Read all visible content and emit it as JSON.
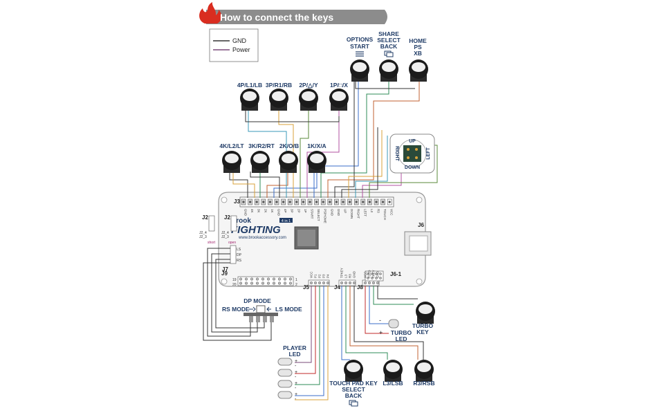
{
  "header": {
    "title": "How to connect the keys"
  },
  "legend": {
    "gnd": "GND",
    "power": "Power",
    "gnd_color": "#333333",
    "power_color": "#7a4a7a"
  },
  "colors": {
    "accent": "#1f3b66",
    "banner": "#8c8c8c",
    "flame": "#d92d20"
  },
  "buttons": {
    "top_options": [
      "OPTIONS",
      "START"
    ],
    "top_share": [
      "SHARE",
      "SELECT",
      "BACK"
    ],
    "top_home": [
      "HOME",
      "PS",
      "XB"
    ],
    "p4": "4P/L1/LB",
    "p3": "3P/R1/RB",
    "p2": "2P/△/Y",
    "p1": "1P/□/X",
    "k4": "4K/L2/LT",
    "k3": "3K/R2/RT",
    "k2": "2K/O/B",
    "k1": "1K/X/A",
    "turbo_key": [
      "TURBO",
      "KEY"
    ],
    "turbo_led": [
      "TURBO",
      "LED"
    ],
    "touchpad": [
      "TOUCH PAD KEY",
      "SELECT",
      "BACK"
    ],
    "l3": "L3/LSB",
    "r3": "R3/RSB",
    "player_led": [
      "PLAYER",
      "LED"
    ]
  },
  "joystick": {
    "up": "UP",
    "down": "DOWN",
    "left": "LEFT",
    "right": "RIGHT"
  },
  "board": {
    "brand": "Brook",
    "name": "FIGHTING",
    "badge": "4 in 1",
    "url": "www.brookaccessory.com",
    "j3": "J3",
    "j2a": "J2",
    "j2b": "J2",
    "j7": "J7",
    "j9": "J9",
    "j5": "J5",
    "j4": "J4",
    "j8": "J8",
    "j6": "J6",
    "j61": "J6-1",
    "short": "short",
    "open": "open",
    "j2_pins_a": [
      "J2_4",
      "J2_3"
    ],
    "j2_pins_b": [
      "J2_4",
      "J2_3"
    ],
    "j7_pins": [
      "LS",
      "DP",
      "RS"
    ],
    "j9_nums": [
      "19",
      "20",
      "1",
      "2"
    ],
    "j3_pins": [
      "GND",
      "4K",
      "3K",
      "2K",
      "1K",
      "GND",
      "4P",
      "3P",
      "2P",
      "1P",
      "START",
      "SELECT",
      "PS/HOME",
      "GND",
      "GND",
      "UP",
      "DOWN",
      "RIGHT",
      "LEFT",
      "L3",
      "R3",
      "TOUCH",
      "VCC"
    ],
    "j5_pins": [
      "VCC",
      "P1",
      "P2",
      "P3",
      "P4"
    ],
    "j4_pins": [
      "TPKEY",
      "L3",
      "R3",
      "GND"
    ],
    "j8_pins": [
      "VCC",
      "TLED",
      "TKEY",
      "GND"
    ]
  },
  "mode_switch": {
    "dp": "DP MODE",
    "rs": "RS MODE",
    "ls": "LS MODE"
  },
  "plus": "+",
  "minus": "-"
}
